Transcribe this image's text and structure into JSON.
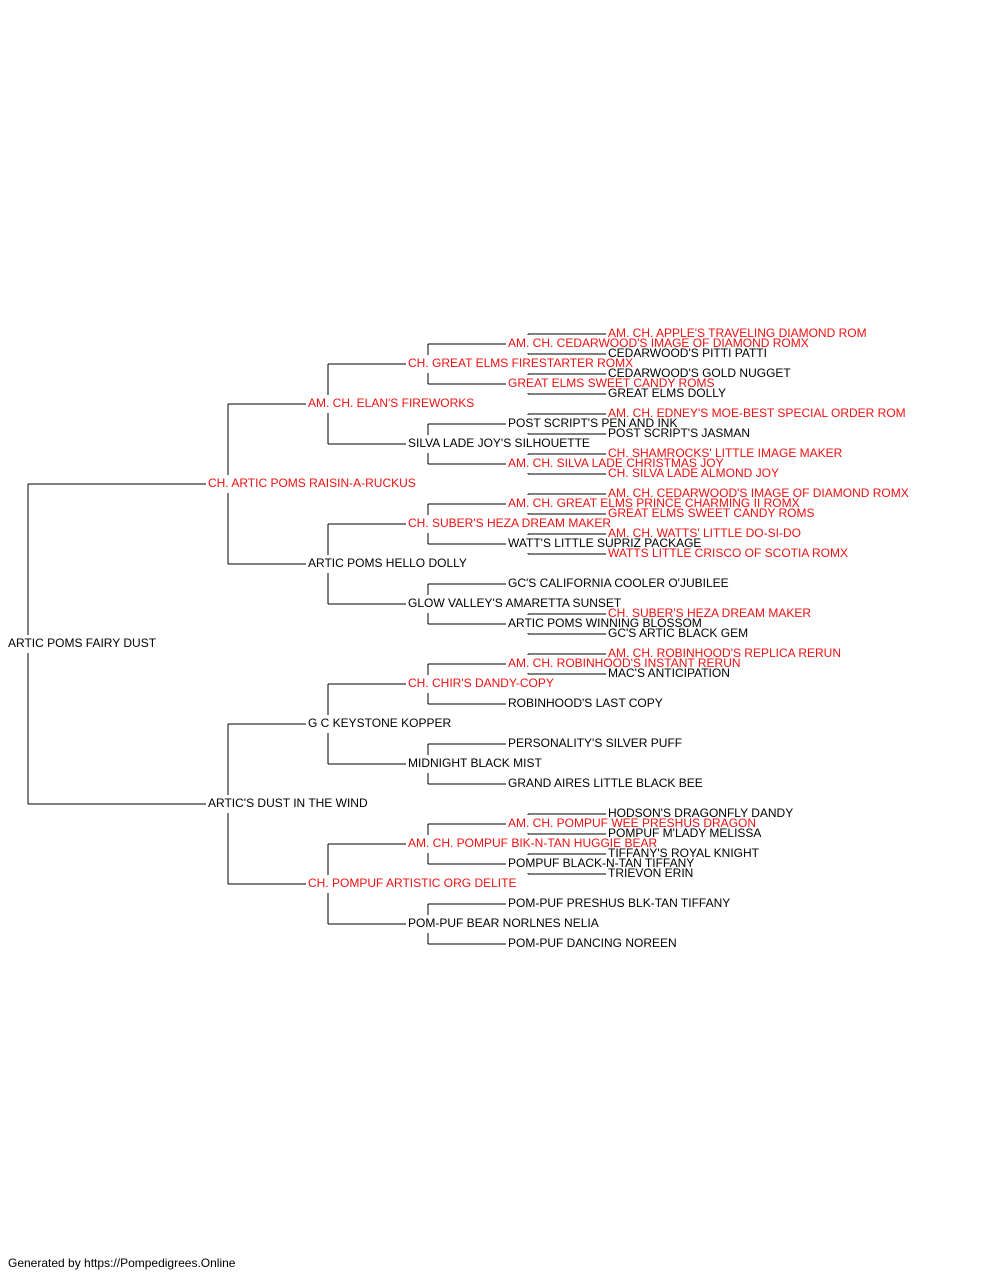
{
  "colors": {
    "champion": "#ee1111",
    "normal": "#000000",
    "line": "#000000"
  },
  "footer": "Generated by https://Pompedigrees.Online",
  "tree": {
    "name": "ARTIC POMS FAIRY DUST",
    "champion": false,
    "sire": {
      "name": "CH. ARTIC POMS RAISIN-A-RUCKUS",
      "champion": true,
      "sire": {
        "name": "AM. CH. ELAN'S FIREWORKS",
        "champion": true,
        "sire": {
          "name": "CH. GREAT ELMS FIRESTARTER ROMX",
          "champion": true,
          "sire": {
            "name": "AM. CH. CEDARWOOD'S IMAGE OF DIAMOND ROMX",
            "champion": true,
            "sire": {
              "name": "AM. CH. APPLE'S TRAVELING DIAMOND ROM",
              "champion": true
            },
            "dam": {
              "name": "CEDARWOOD'S PITTI PATTI",
              "champion": false
            }
          },
          "dam": {
            "name": "GREAT ELMS SWEET CANDY ROMS",
            "champion": true,
            "sire": {
              "name": "CEDARWOOD'S GOLD NUGGET",
              "champion": false
            },
            "dam": {
              "name": "GREAT ELMS DOLLY",
              "champion": false
            }
          }
        },
        "dam": {
          "name": "SILVA LADE JOY'S SILHOUETTE",
          "champion": false,
          "sire": {
            "name": "POST SCRIPT'S PEN AND INK",
            "champion": false,
            "sire": {
              "name": "AM. CH. EDNEY'S MOE-BEST SPECIAL ORDER ROM",
              "champion": true
            },
            "dam": {
              "name": "POST SCRIPT'S JASMAN",
              "champion": false
            }
          },
          "dam": {
            "name": "AM. CH. SILVA LADE CHRISTMAS JOY",
            "champion": true,
            "sire": {
              "name": "CH. SHAMROCKS' LITTLE IMAGE MAKER",
              "champion": true
            },
            "dam": {
              "name": "CH. SILVA LADE ALMOND JOY",
              "champion": true
            }
          }
        }
      },
      "dam": {
        "name": "ARTIC POMS HELLO DOLLY",
        "champion": false,
        "sire": {
          "name": "CH. SUBER'S HEZA DREAM MAKER",
          "champion": true,
          "sire": {
            "name": "AM. CH. GREAT ELMS PRINCE CHARMING II ROMX",
            "champion": true,
            "sire": {
              "name": "AM. CH. CEDARWOOD'S IMAGE OF DIAMOND ROMX",
              "champion": true
            },
            "dam": {
              "name": "GREAT ELMS SWEET CANDY ROMS",
              "champion": true
            }
          },
          "dam": {
            "name": "WATT'S LITTLE SUPRIZ PACKAGE",
            "champion": false,
            "sire": {
              "name": "AM. CH. WATTS' LITTLE DO-SI-DO",
              "champion": true
            },
            "dam": {
              "name": "WATTS LITTLE CRISCO OF SCOTIA ROMX",
              "champion": true
            }
          }
        },
        "dam": {
          "name": "GLOW VALLEY'S AMARETTA SUNSET",
          "champion": false,
          "sire": {
            "name": "GC'S CALIFORNIA COOLER O'JUBILEE",
            "champion": false
          },
          "dam": {
            "name": "ARTIC POMS WINNING BLOSSOM",
            "champion": false,
            "sire": {
              "name": "CH. SUBER'S HEZA DREAM MAKER",
              "champion": true
            },
            "dam": {
              "name": "GC'S ARTIC BLACK GEM",
              "champion": false
            }
          }
        }
      }
    },
    "dam": {
      "name": "ARTIC'S DUST IN THE WIND",
      "champion": false,
      "sire": {
        "name": "G C KEYSTONE KOPPER",
        "champion": false,
        "sire": {
          "name": "CH. CHIR'S DANDY-COPY",
          "champion": true,
          "sire": {
            "name": "AM. CH. ROBINHOOD'S INSTANT RERUN",
            "champion": true,
            "sire": {
              "name": "AM. CH. ROBINHOOD'S REPLICA RERUN",
              "champion": true
            },
            "dam": {
              "name": "MAC'S ANTICIPATION",
              "champion": false
            }
          },
          "dam": {
            "name": "ROBINHOOD'S LAST COPY",
            "champion": false
          }
        },
        "dam": {
          "name": "MIDNIGHT BLACK MIST",
          "champion": false,
          "sire": {
            "name": "PERSONALITY'S SILVER PUFF",
            "champion": false
          },
          "dam": {
            "name": "GRAND AIRES LITTLE BLACK BEE",
            "champion": false
          }
        }
      },
      "dam": {
        "name": "CH. POMPUF ARTISTIC ORG DELITE",
        "champion": true,
        "sire": {
          "name": "AM. CH. POMPUF BIK-N-TAN HUGGIE BEAR",
          "champion": true,
          "sire": {
            "name": "AM. CH. POMPUF WEE PRESHUS DRAGON",
            "champion": true,
            "sire": {
              "name": "HODSON'S DRAGONFLY DANDY",
              "champion": false
            },
            "dam": {
              "name": "POMPUF M'LADY MELISSA",
              "champion": false
            }
          },
          "dam": {
            "name": "POMPUF BLACK-N-TAN TIFFANY",
            "champion": false,
            "sire": {
              "name": "TIFFANY'S ROYAL KNIGHT",
              "champion": false
            },
            "dam": {
              "name": "TRIEVON ERIN",
              "champion": false
            }
          }
        },
        "dam": {
          "name": "POM-PUF BEAR NORLNES NELIA",
          "champion": false,
          "sire": {
            "name": "POM-PUF PRESHUS BLK-TAN TIFFANY",
            "champion": false
          },
          "dam": {
            "name": "POM-PUF DANCING NOREEN",
            "champion": false
          }
        }
      }
    }
  }
}
